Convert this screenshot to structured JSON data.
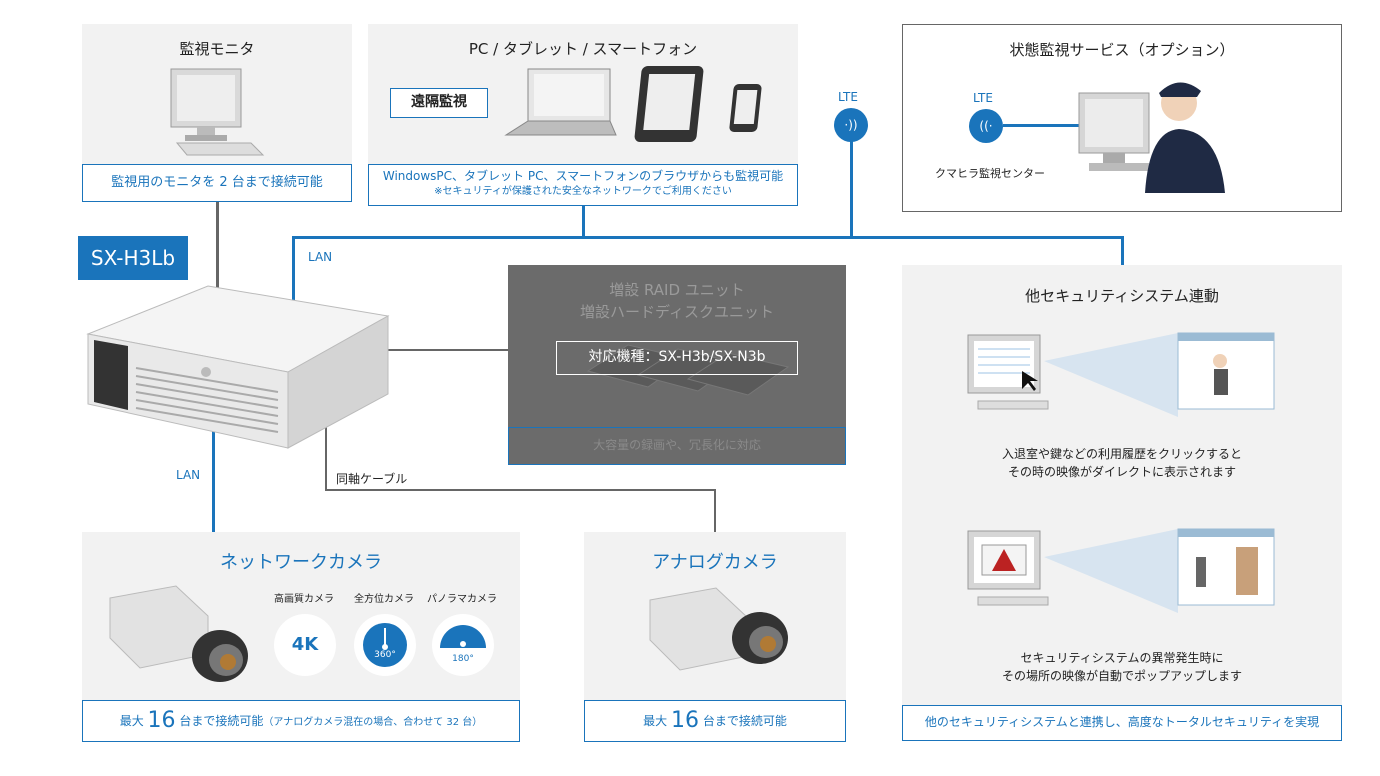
{
  "monitor": {
    "title": "監視モニタ",
    "caption": "監視用のモニタを 2 台まで接続可能"
  },
  "remote": {
    "title": "PC / タブレット / スマートフォン",
    "badge": "遠隔監視",
    "caption1": "WindowsPC、タブレット PC、スマートフォンのブラウザからも監視可能",
    "caption2": "※セキュリティが保護された安全なネットワークでご利用ください"
  },
  "lte_top": "LTE",
  "status": {
    "title": "状態監視サービス（オプション）",
    "lte": "LTE",
    "center": "クマヒラ監視センター"
  },
  "device": {
    "model": "SX-H3Lb"
  },
  "labels": {
    "lan_top": "LAN",
    "lan_left": "LAN",
    "coax": "同軸ケーブル"
  },
  "raid": {
    "line1": "増設 RAID ユニット",
    "line2": "増設ハードディスクユニット",
    "models": "対応機種：SX-H3b/SX-N3b",
    "caption": "大容量の録画や、冗長化に対応"
  },
  "security": {
    "title": "他セキュリティシステム連動",
    "desc1a": "入退室や鍵などの利用履歴をクリックすると",
    "desc1b": "その時の映像がダイレクトに表示されます",
    "desc2a": "セキュリティシステムの異常発生時に",
    "desc2b": "その場所の映像が自動でポップアップします",
    "caption": "他のセキュリティシステムと連携し、高度なトータルセキュリティを実現"
  },
  "netcam": {
    "title": "ネットワークカメラ",
    "types": [
      {
        "label": "高画質カメラ",
        "value": "4K"
      },
      {
        "label": "全方位カメラ",
        "value": "360°"
      },
      {
        "label": "パノラマカメラ",
        "value": "180°"
      }
    ],
    "cap_pre": "最大",
    "cap_num": "16",
    "cap_post": "台まで接続可能",
    "cap_note": "（アナログカメラ混在の場合、合わせて 32 台）"
  },
  "anacam": {
    "title": "アナログカメラ",
    "cap_pre": "最大",
    "cap_num": "16",
    "cap_post": "台まで接続可能"
  },
  "colors": {
    "accent": "#1a74bb",
    "panel": "#f2f2f2",
    "overlay": "#666666"
  }
}
